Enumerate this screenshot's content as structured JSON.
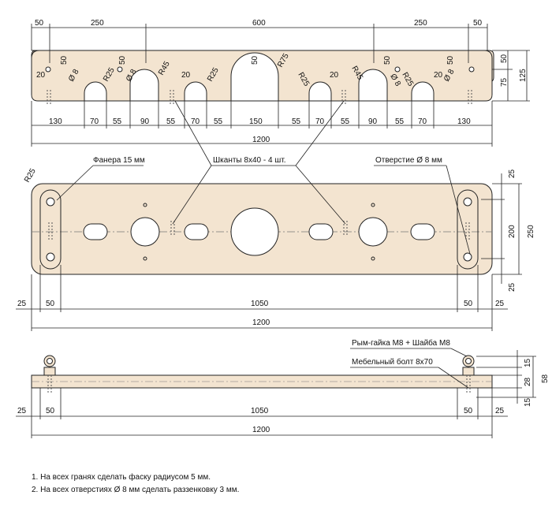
{
  "colors": {
    "wood": "#f3e4d0",
    "line": "#222222",
    "center": "#777777"
  },
  "front": {
    "top_dims": [
      "50",
      "250",
      "600",
      "250",
      "50"
    ],
    "right_dims": [
      "50",
      "75",
      "125"
    ],
    "bottom_dims": [
      "130",
      "70",
      "55",
      "90",
      "55",
      "70",
      "55",
      "150",
      "55",
      "70",
      "55",
      "90",
      "55",
      "70",
      "130"
    ],
    "total": "1200",
    "labels": {
      "d50": "50",
      "d20": "20",
      "dia8": "Ø 8",
      "r25": "R25",
      "r45": "R45",
      "r75": "R75"
    }
  },
  "plan": {
    "callouts": {
      "plywood": "Фанера 15 мм",
      "dowels": "Шканты 8х40 - 4 шт.",
      "hole": "Отверстие Ø 8 мм",
      "corner_radius": "R25"
    },
    "right_dims": [
      "25",
      "200",
      "25",
      "250"
    ],
    "bottom_dims": [
      "25",
      "50",
      "1050",
      "50",
      "25"
    ],
    "total": "1200"
  },
  "side": {
    "callouts": {
      "eyenut": "Рым-гайка М8 + Шайба М8",
      "bolt": "Мебельный болт 8х70"
    },
    "right_dims": [
      "15",
      "28",
      "15",
      "58"
    ],
    "bottom_dims": [
      "25",
      "50",
      "1050",
      "50",
      "25"
    ],
    "total": "1200"
  },
  "notes": [
    "1. На всех гранях сделать фаску радиусом 5 мм.",
    "2. На всех отверстиях Ø 8 мм сделать раззенковку 3 мм."
  ]
}
